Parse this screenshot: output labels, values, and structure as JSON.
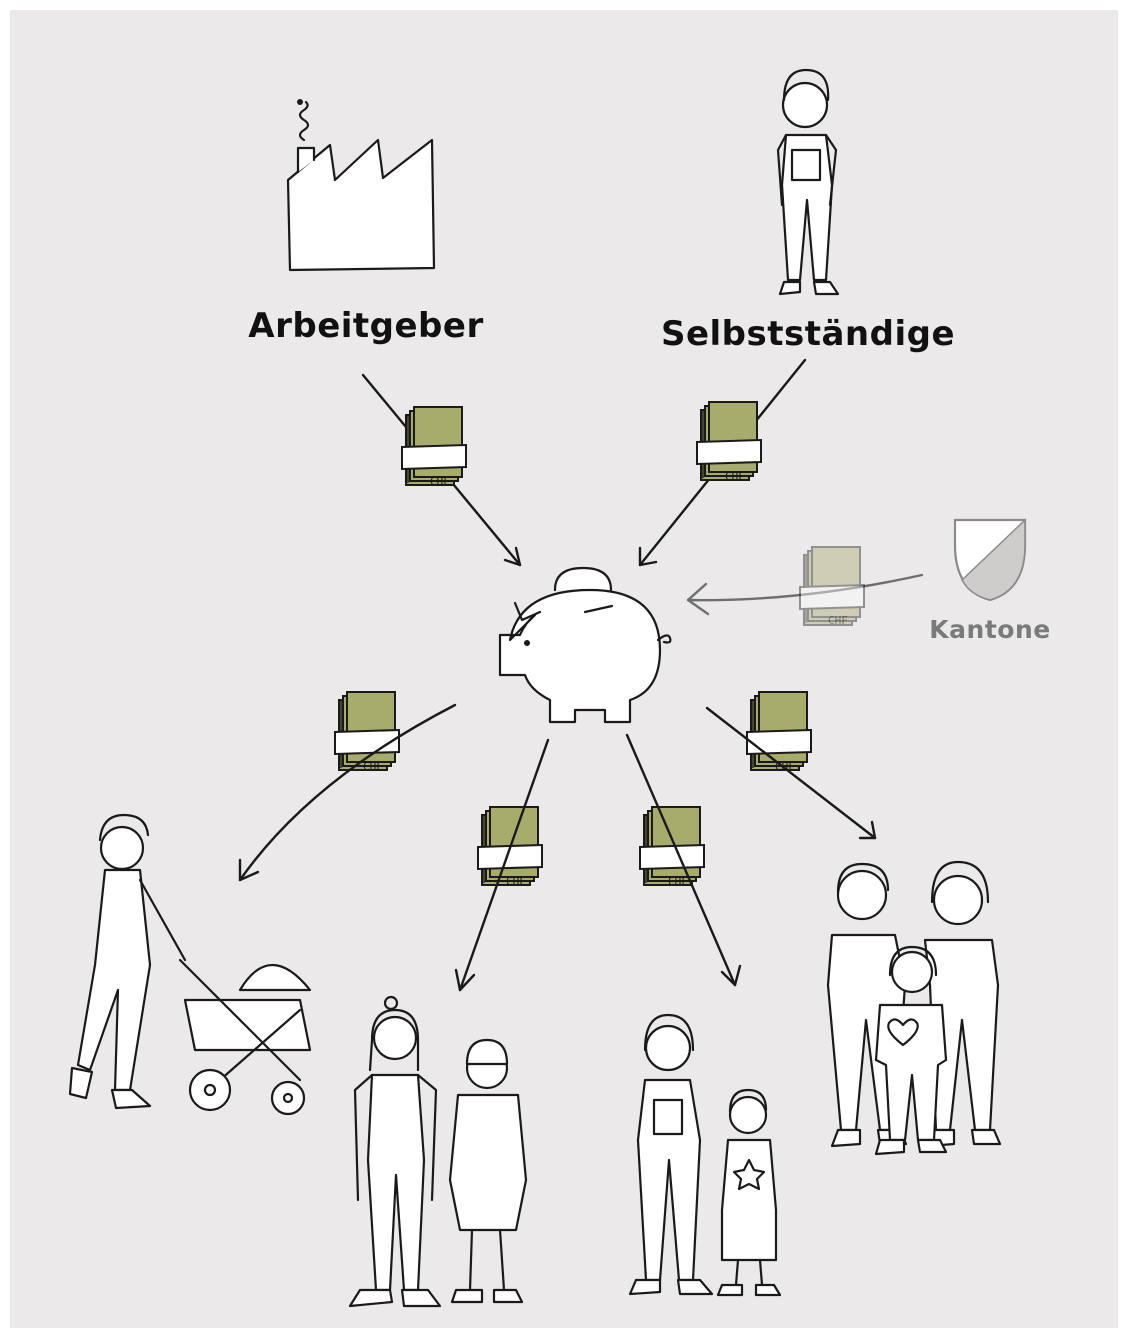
{
  "labels": {
    "employer": "Arbeitgeber",
    "self_employed": "Selbstständige",
    "cantons": "Kantone"
  },
  "money_label": "CHF",
  "colors": {
    "background": "#ebe9ea",
    "money": "#a7ab6c",
    "money_faded": "#d7d9bb",
    "ink": "#1a1a1a",
    "muted": "#7a7a7a"
  }
}
